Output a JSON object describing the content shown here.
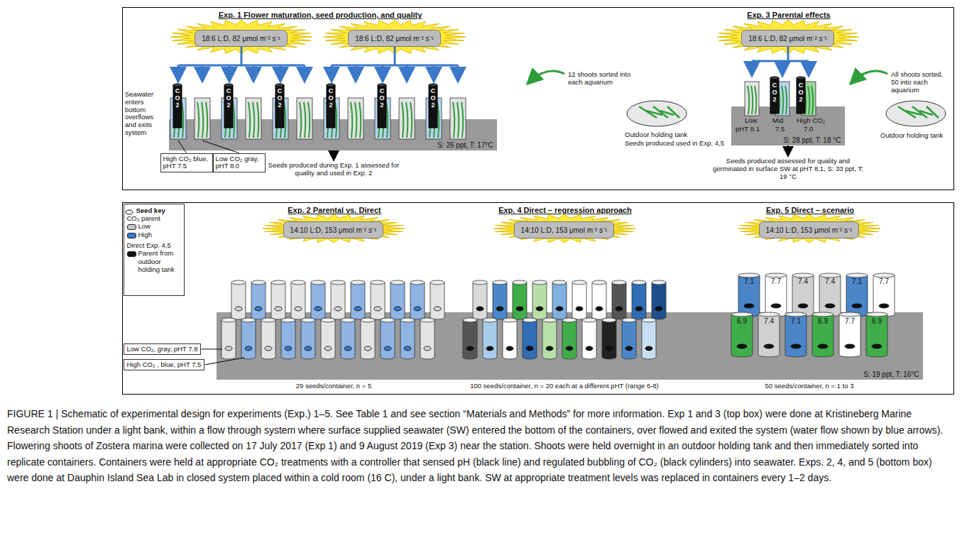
{
  "diagram": {
    "caption": "FIGURE 1 | Schematic of experimental design for experiments (Exp.) 1–5. See Table 1 and see section “Materials and Methods” for more information. Exp 1 and 3 (top box) were done at Kristineberg Marine Research Station under a light bank, within a flow through system where surface supplied seawater (SW) entered the bottom of the containers, over flowed and exited the system (water flow shown by blue arrows). Flowering shoots of Zostera marina were collected on 17 July 2017 (Exp 1) and 9 August 2019 (Exp 3) near the station. Shoots were held overnight in an outdoor holding tank and then immediately sorted into replicate containers. Containers were held at appropriate CO₂ treatments with a controller that sensed pH (black line) and regulated bubbling of CO₂ (black cylinders) into seawater. Exps. 2, 4, and 5 (bottom box) were done at Dauphin Island Sea Lab in closed system placed within a cold room (16 C), under a light bank. SW at appropriate treatment levels was replaced in containers every 1–2 days.",
    "nodes": [
      {
        "text": [
          "Exp. 1 Flower maturation, seed production, and quality",
          "Exp. 3 Parental effects"
        ]
      },
      {
        "text": [
          "18:6 L:D, 82 μmol m⁻² s⁻¹"
        ],
        "in": 0
      },
      {
        "text": [
          "18:6 L:D, 82 μmol m⁻² s⁻¹"
        ],
        "in": 0
      },
      {
        "text": [
          "S: 26 ppt, T: 17°C"
        ],
        "in": 0
      },
      {
        "text": [
          "High CO₂ blue, pHT 7.5"
        ],
        "in": 0
      },
      {
        "text": [
          "Low CO₂ gray, pHT 8.0"
        ],
        "in": 0
      },
      {
        "text": [
          "18:6 L:D, 82 μmol m⁻² s⁻¹"
        ],
        "in": 0
      },
      {
        "text": [
          "S: 28 ppt, T: 18 °C"
        ],
        "in": 0
      },
      {
        "text": [
          "Exp. 2 Parental vs. Direct",
          "Exp. 4 Direct – regression approach",
          "Exp. 5 Direct – scenario"
        ]
      },
      {
        "text": [
          "Seed key",
          "CO₂ parent",
          "Direct Exp. 4,5"
        ],
        "in": 8
      },
      {
        "text": [
          "14:10 L:D, 153 μmol m⁻² s⁻¹"
        ],
        "in": 8
      },
      {
        "text": [
          "14:10 L:D, 153 μmol m⁻² s⁻¹"
        ],
        "in": 8
      },
      {
        "text": [
          "14:10 L:D, 153 μmol m⁻² s⁻¹"
        ],
        "in": 8
      },
      {
        "text": [
          "Low CO₂, gray, pHT 7.8"
        ],
        "in": 8
      },
      {
        "text": [
          "High CO₂ , blue, pHT 7.5"
        ],
        "in": 8
      },
      {
        "text": [
          "S: 19 ppt, T: 16°C"
        ],
        "in": 8
      }
    ],
    "labels": [
      "Seawater enters bottom",
      "overflows and exits system",
      "12 shoots sorted into each aquarium",
      "Outdoor holding tank",
      "Seeds produced used in Exp. 4,5",
      "Seeds produced during Exp. 1 assessed for quality and used in Exp. 2",
      "All shoots sorted, 50 into each aquarium",
      "Outdoor holding tank",
      "Seeds produced assessed for quality and germinated in surface SW at pHT 8.1, S: 33 ppt, T: 19 °C",
      "CO2",
      "CO2",
      "CO2",
      "CO2",
      "CO2",
      "CO2",
      "CO2",
      "CO2",
      "Low",
      "Mid",
      "High CO₂",
      "pHT",
      "8.1",
      "7.5",
      "7.0",
      "29 seeds/container, n = 5",
      "100 seeds/container, n = 20 each at a different pHT (range 6-8)",
      "50 seeds/container, n = 1 to 3",
      "7.1",
      "7.7",
      "7.4",
      "7.4",
      "7.1",
      "7.7",
      "6.9",
      "7.4",
      "7.1",
      "6.9",
      "7.7",
      "6.9"
    ],
    "legend": [
      {
        "text": "Low",
        "color": "#c8c8c8"
      },
      {
        "text": "High",
        "color": "#3a78c8"
      },
      {
        "text": "Parent from outdoor holding tank",
        "color": "#111111"
      }
    ]
  }
}
